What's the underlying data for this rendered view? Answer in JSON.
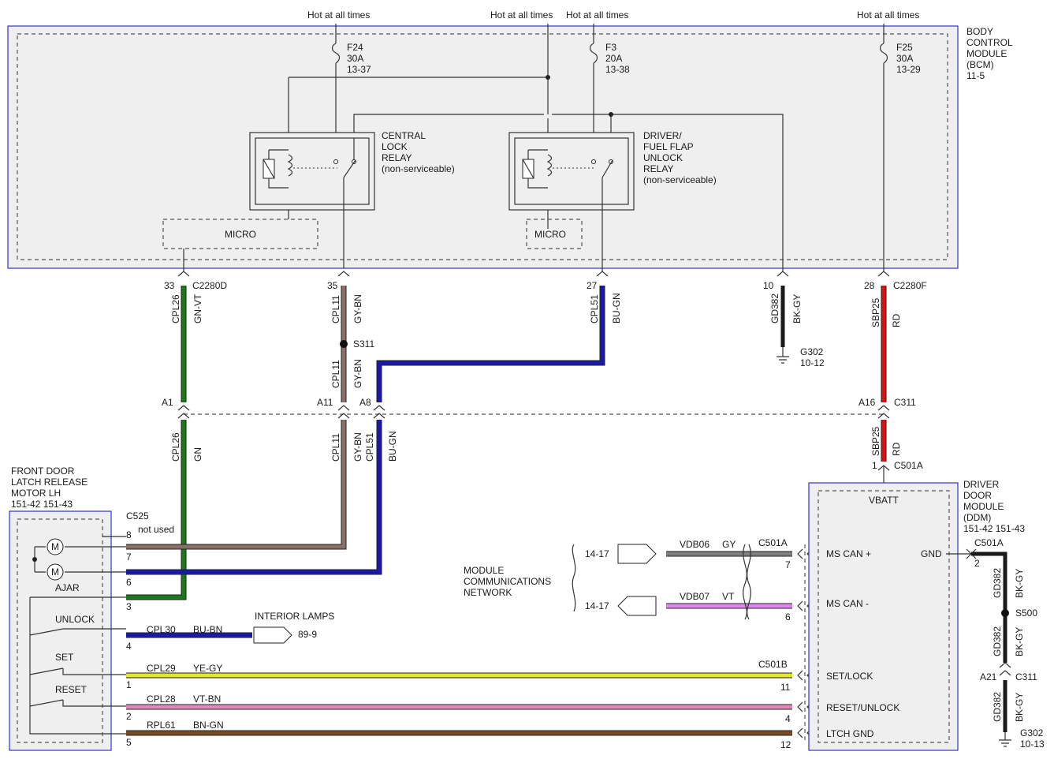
{
  "diagram": {
    "hot_label": "Hot at all times",
    "fuses": [
      {
        "id": "F24",
        "rating": "30A",
        "ref": "13-37"
      },
      {
        "id": "F3",
        "rating": "20A",
        "ref": "13-38"
      },
      {
        "id": "F25",
        "rating": "30A",
        "ref": "13-29"
      }
    ],
    "bcm": {
      "l1": "BODY",
      "l2": "CONTROL",
      "l3": "MODULE",
      "l4": "(BCM)",
      "l5": "11-5"
    },
    "central_relay": {
      "l1": "CENTRAL",
      "l2": "LOCK",
      "l3": "RELAY",
      "l4": "(non-serviceable)"
    },
    "driver_relay": {
      "l1": "DRIVER/",
      "l2": "FUEL FLAP",
      "l3": "UNLOCK",
      "l4": "RELAY",
      "l5": "(non-serviceable)"
    },
    "micro_label": "MICRO",
    "bcm_pins": {
      "p33": "33",
      "c2280d": "C2280D",
      "p35": "35",
      "p27": "27",
      "p10": "10",
      "p28": "28",
      "c2280f": "C2280F"
    },
    "wires": {
      "cpl26": "CPL26",
      "gn_vt": "GN-VT",
      "gn": "GN",
      "cpl11": "CPL11",
      "gy_bn": "GY-BN",
      "cpl51": "CPL51",
      "bu_gn": "BU-GN",
      "gd382": "GD382",
      "bk_gy": "BK-GY",
      "sbp25": "SBP25",
      "rd": "RD",
      "cpl30": "CPL30",
      "bu_bn": "BU-BN",
      "cpl29": "CPL29",
      "ye_gy": "YE-GY",
      "cpl28": "CPL28",
      "vt_bn": "VT-BN",
      "rpl61": "RPL61",
      "bn_gn": "BN-GN",
      "vdb06": "VDB06",
      "gy": "GY",
      "vdb07": "VDB07",
      "vt": "VT"
    },
    "splices": {
      "s311": "S311",
      "s500": "S500"
    },
    "grounds": {
      "g302a": "G302",
      "g302a_ref": "10-12",
      "g302b": "G302",
      "g302b_ref": "10-13"
    },
    "c311": {
      "a1": "A1",
      "a11": "A11",
      "a8": "A8",
      "a16": "A16",
      "name": "C311",
      "a21": "A21"
    },
    "c501a": {
      "name": "C501A",
      "p1": "1",
      "p7": "7",
      "p6": "6",
      "p2": "2"
    },
    "c501b": {
      "name": "C501B",
      "p11": "11",
      "p4": "4",
      "p12": "12"
    },
    "ddm": {
      "l1": "DRIVER",
      "l2": "DOOR",
      "l3": "MODULE",
      "l4": "(DDM)",
      "ref": "151-42  151-43",
      "vbatt": "VBATT",
      "ms_can_p": "MS CAN +",
      "ms_can_m": "MS CAN -",
      "gnd": "GND",
      "set_lock": "SET/LOCK",
      "reset_unlock": "RESET/UNLOCK",
      "ltch_gnd": "LTCH GND"
    },
    "network": {
      "l1": "MODULE",
      "l2": "COMMUNICATIONS",
      "l3": "NETWORK",
      "ref1": "14-17",
      "ref2": "14-17"
    },
    "latch": {
      "l1": "FRONT DOOR",
      "l2": "LATCH RELEASE",
      "l3": "MOTOR LH",
      "ref": "151-42  151-43",
      "c525": "C525",
      "not_used": "not used",
      "p8": "8",
      "p7": "7",
      "p6": "6",
      "p3": "3",
      "p4": "4",
      "p1": "1",
      "p2": "2",
      "p5": "5",
      "ajar": "AJAR",
      "unlock": "UNLOCK",
      "set": "SET",
      "reset": "RESET",
      "motor": "M"
    },
    "lamps": {
      "label": "INTERIOR LAMPS",
      "ref": "89-9"
    },
    "colors": {
      "green": "#1a7a1a",
      "brown_gray": "#8a6f66",
      "blue": "#1a1aaa",
      "black": "#1a1a1a",
      "red": "#dd1111",
      "yellow": "#e5e52a",
      "pink": "#e08ab8",
      "brown": "#7a4a22",
      "gray": "#7f7f7f",
      "violet": "#dd88ee",
      "module_fill": "#efefef",
      "module_border": "#3333cc"
    }
  }
}
